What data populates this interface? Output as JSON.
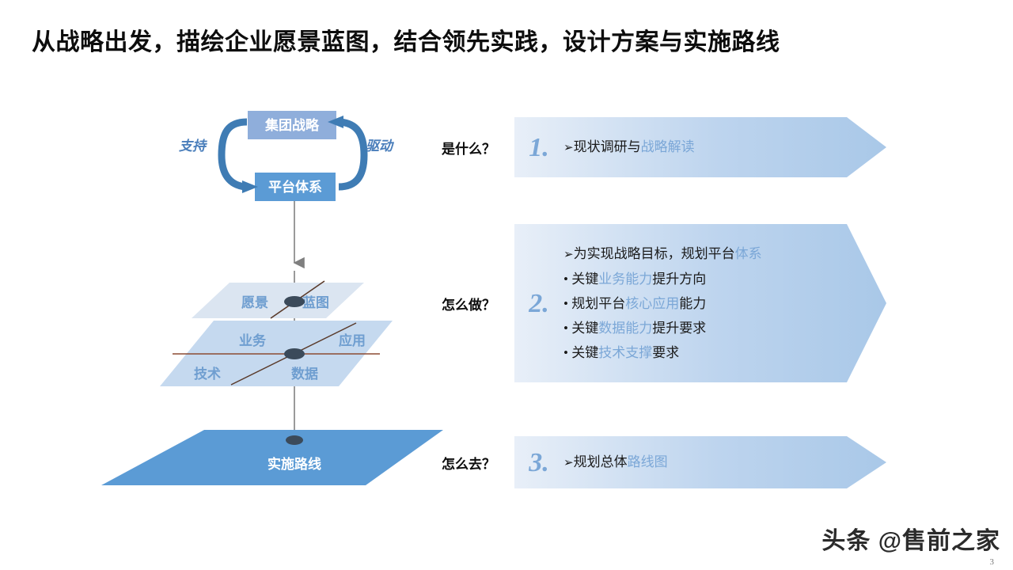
{
  "slide": {
    "title": "从战略出发，描绘企业愿景蓝图，结合领先实践，设计方案与实施路线",
    "page_number": "3",
    "watermark": "头条 @售前之家"
  },
  "colors": {
    "accent_blue": "#5b9bd5",
    "light_blue": "#8faedb",
    "pale_plane": "#dbe5f1",
    "highlight_text": "#7ba7d7",
    "cycle_label": "#4a7ebb",
    "brown_line": "#8c4a32",
    "title_text": "#0d0d0d"
  },
  "diagram": {
    "strategy_box": "集团战略",
    "platform_box": "平台体系",
    "cycle_left_label": "支持",
    "cycle_right_label": "驱动",
    "plane_vision": {
      "left_label": "愿景",
      "right_label": "蓝图"
    },
    "plane_architecture": {
      "top_left_label": "业务",
      "top_right_label": "应用",
      "bottom_left_label": "技术",
      "bottom_right_label": "数据"
    },
    "plane_roadmap": {
      "label": "实施路线"
    }
  },
  "banners": [
    {
      "question": "是什么？",
      "number": "1.",
      "lines": [
        {
          "marker": "➢",
          "segments": [
            {
              "text": "现状调研与",
              "highlight": false
            },
            {
              "text": "战略解读",
              "highlight": true
            }
          ]
        }
      ]
    },
    {
      "question": "怎么做？",
      "number": "2.",
      "lines": [
        {
          "marker": "➢",
          "segments": [
            {
              "text": "为实现战略目标，规划平台",
              "highlight": false
            },
            {
              "text": "体系",
              "highlight": true
            }
          ]
        },
        {
          "marker": "•",
          "segments": [
            {
              "text": "关键",
              "highlight": false
            },
            {
              "text": "业务能力",
              "highlight": true
            },
            {
              "text": "提升方向",
              "highlight": false
            }
          ]
        },
        {
          "marker": "•",
          "segments": [
            {
              "text": "规划平台",
              "highlight": false
            },
            {
              "text": "核心应用",
              "highlight": true
            },
            {
              "text": "能力",
              "highlight": false
            }
          ]
        },
        {
          "marker": "•",
          "segments": [
            {
              "text": "关键",
              "highlight": false
            },
            {
              "text": "数据能力",
              "highlight": true
            },
            {
              "text": "提升要求",
              "highlight": false
            }
          ]
        },
        {
          "marker": "•",
          "segments": [
            {
              "text": "关键",
              "highlight": false
            },
            {
              "text": "技术支撑",
              "highlight": true
            },
            {
              "text": "要求",
              "highlight": false
            }
          ]
        }
      ]
    },
    {
      "question": "怎么去？",
      "number": "3.",
      "lines": [
        {
          "marker": "➢",
          "segments": [
            {
              "text": "规划总体",
              "highlight": false
            },
            {
              "text": "路线图",
              "highlight": true
            }
          ]
        }
      ]
    }
  ]
}
